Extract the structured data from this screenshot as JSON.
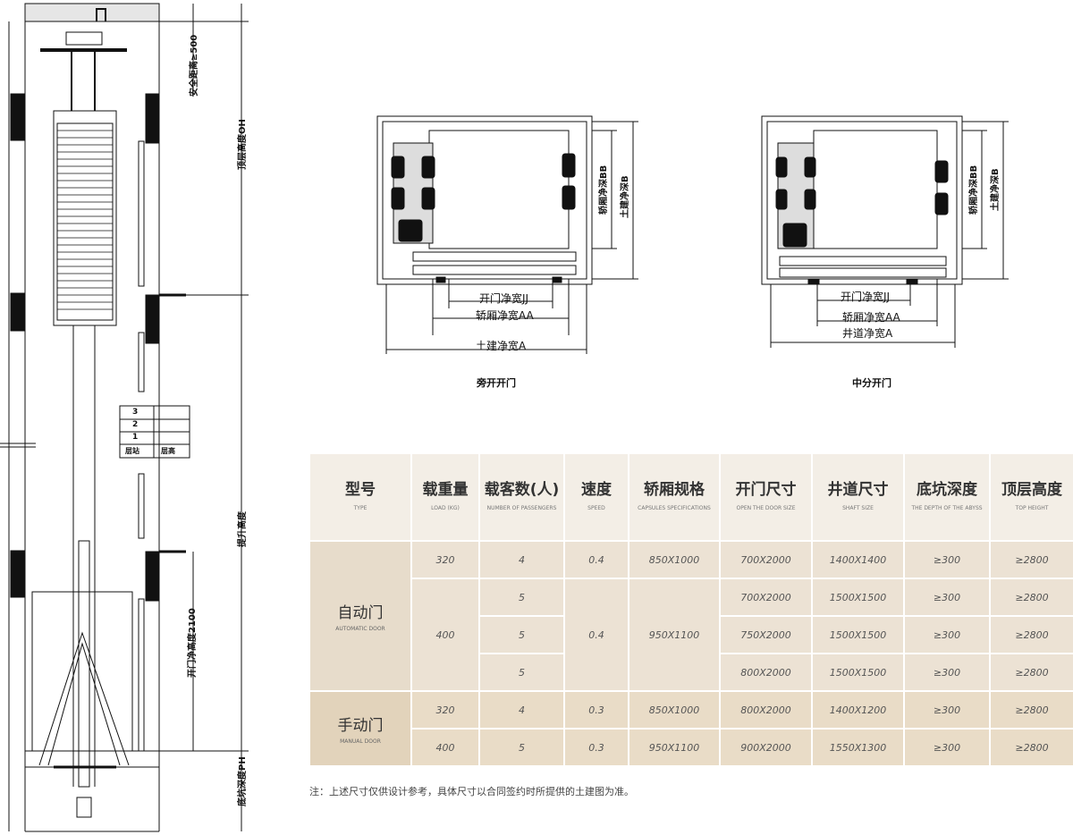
{
  "side_drawing": {
    "top_clearance_label": "安全距离≥500",
    "overhead_label": "顶层高度OH",
    "travel_label": "提升高度",
    "door_height_label": "开门净高度2100",
    "pit_label": "底坑深度PH",
    "floor_table": {
      "floors": [
        "3",
        "2",
        "1"
      ],
      "col_floor": "层站",
      "col_height": "层高"
    }
  },
  "plan_side_opening": {
    "caption": "旁开开门",
    "jj_label": "开门净宽JJ",
    "aa_label": "轿厢净宽AA",
    "a_label": "土建净宽A",
    "bb_label": "轿厢净深BB",
    "b_label": "土建净深B"
  },
  "plan_center_opening": {
    "caption": "中分开门",
    "jj_label": "开门净宽JJ",
    "aa_label": "轿厢净宽AA",
    "a_label": "井道净宽A",
    "bb_label": "轿厢净深BB",
    "b_label": "土建净深B"
  },
  "table": {
    "headers": [
      {
        "cn": "型号",
        "en": "TYPE"
      },
      {
        "cn": "载重量",
        "en": "LOAD (kg)"
      },
      {
        "cn": "载客数(人)",
        "en": "NUMBER OF PASSENGERS"
      },
      {
        "cn": "速度",
        "en": "SPEED"
      },
      {
        "cn": "轿厢规格",
        "en": "CAPSULES SPECIFICATIONS"
      },
      {
        "cn": "开门尺寸",
        "en": "OPEN THE DOOR SIZE"
      },
      {
        "cn": "井道尺寸",
        "en": "SHAFT SIZE"
      },
      {
        "cn": "底坑深度",
        "en": "THE DEPTH OF THE ABYSS"
      },
      {
        "cn": "顶层高度",
        "en": "TOP HEIGHT"
      }
    ],
    "automatic": {
      "type_cn": "自动门",
      "type_en": "AUTOMATIC DOOR",
      "row1": {
        "load": "320",
        "passengers": "4",
        "speed": "0.4",
        "capsule": "850X1000",
        "door": "700X2000",
        "shaft": "1400X1400",
        "pit": "≥300",
        "top": "≥2800"
      },
      "load2": "400",
      "speed2": "0.4",
      "capsule2": "950X1100",
      "rows": [
        {
          "passengers": "5",
          "door": "700X2000",
          "shaft": "1500X1500",
          "pit": "≥300",
          "top": "≥2800"
        },
        {
          "passengers": "5",
          "door": "750X2000",
          "shaft": "1500X1500",
          "pit": "≥300",
          "top": "≥2800"
        },
        {
          "passengers": "5",
          "door": "800X2000",
          "shaft": "1500X1500",
          "pit": "≥300",
          "top": "≥2800"
        }
      ]
    },
    "manual": {
      "type_cn": "手动门",
      "type_en": "MANUAL DOOR",
      "rows": [
        {
          "load": "320",
          "passengers": "4",
          "speed": "0.3",
          "capsule": "850X1000",
          "door": "800X2000",
          "shaft": "1400X1200",
          "pit": "≥300",
          "top": "≥2800"
        },
        {
          "load": "400",
          "passengers": "5",
          "speed": "0.3",
          "capsule": "950X1100",
          "door": "900X2000",
          "shaft": "1550X1300",
          "pit": "≥300",
          "top": "≥2800"
        }
      ]
    },
    "note": "注：上述尺寸仅供设计参考，具体尺寸以合同签约时所提供的土建图为准。"
  },
  "colors": {
    "header_bg": "#f3eee6",
    "auto_bg": "#ece2d4",
    "manual_bg": "#e9dcc7",
    "line": "#111111"
  }
}
